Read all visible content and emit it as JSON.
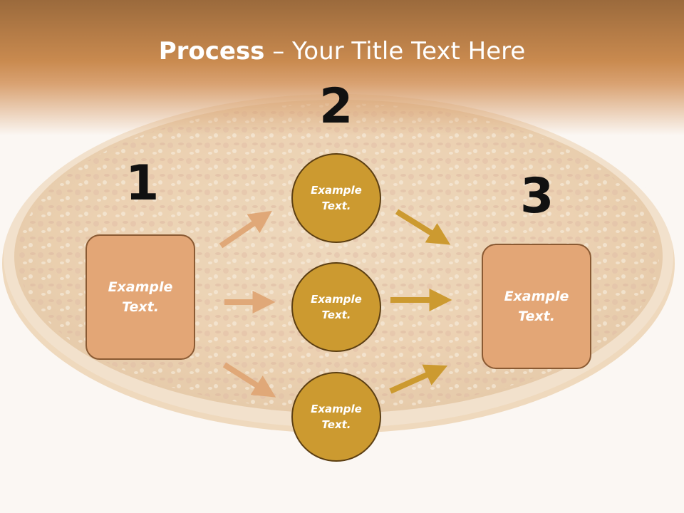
{
  "title": {
    "bold": "Process",
    "rest": " – Your Title Text Here"
  },
  "steps": [
    {
      "number": "1",
      "label": "Example Text."
    },
    {
      "number": "2",
      "label": "Example Text."
    },
    {
      "number": "3",
      "label": "Example Text."
    }
  ],
  "circles": [
    {
      "label": "Example Text."
    },
    {
      "label": "Example Text."
    },
    {
      "label": "Example Text."
    }
  ],
  "colors": {
    "box_fill": "#e3a676",
    "circle_fill": "#cc9a30",
    "left_arrows": "#e0a878",
    "right_arrows": "#cc9a30",
    "header": "#c98a4f"
  },
  "background_image": "pizza-photo"
}
